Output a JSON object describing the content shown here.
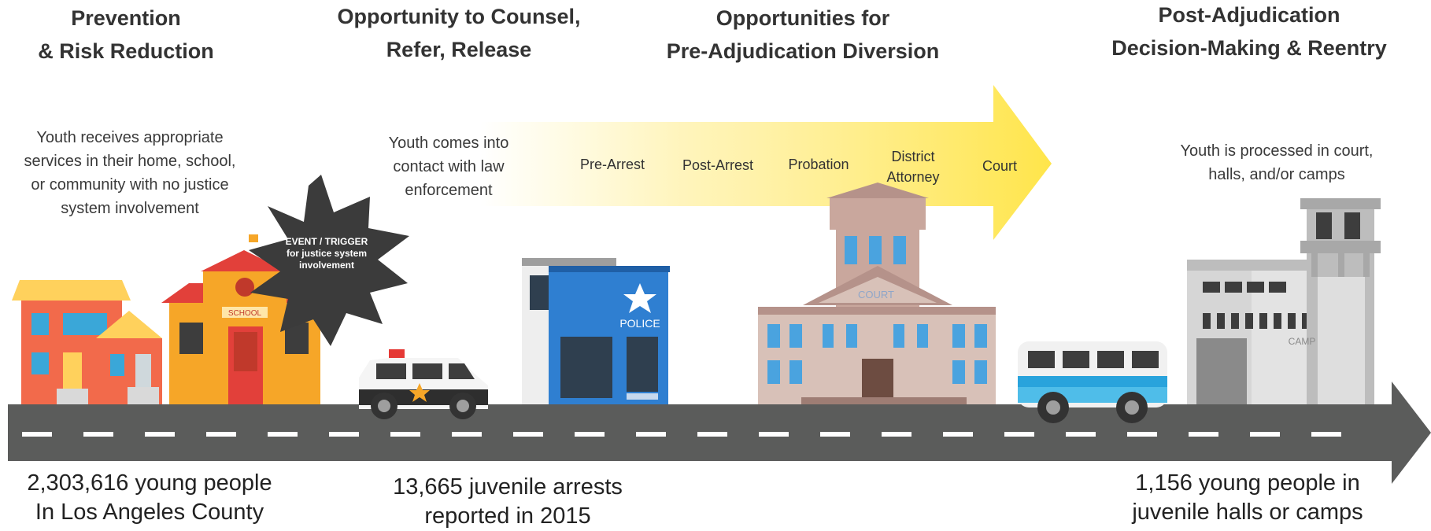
{
  "stages": [
    {
      "title_line1": "Prevention",
      "title_line2": "& Risk Reduction",
      "description": [
        "Youth receives appropriate",
        "services in their home, school,",
        "or community with no justice",
        "system involvement"
      ],
      "stat": [
        "2,303,616 young people",
        "In Los Angeles County"
      ]
    },
    {
      "title_line1": "Opportunity to Counsel,",
      "title_line2": "Refer, Release",
      "description": [
        "Youth comes into",
        "contact with law",
        "enforcement"
      ],
      "stat": [
        "13,665 juvenile arrests",
        "reported in 2015"
      ]
    },
    {
      "title_line1": "Opportunities for",
      "title_line2": "Pre-Adjudication Diversion"
    },
    {
      "title_line1": "Post-Adjudication",
      "title_line2": "Decision-Making & Reentry",
      "description": [
        "Youth is processed in court,",
        "halls, and/or camps"
      ],
      "stat": [
        "1,156 young people in",
        "juvenile halls or camps"
      ]
    }
  ],
  "trigger": {
    "line1": "EVENT / TRIGGER",
    "line2": "for justice system",
    "line3": "involvement"
  },
  "diversion_points": [
    "Pre-Arrest",
    "Post-Arrest",
    "Probation",
    "District Attorney",
    "Court"
  ],
  "building_labels": {
    "school": "SCHOOL",
    "police": "POLICE",
    "court": "COURT",
    "camp": "CAMP"
  },
  "colors": {
    "road": "#58595b",
    "arrow": "#ffe75a",
    "text": "#333333"
  }
}
